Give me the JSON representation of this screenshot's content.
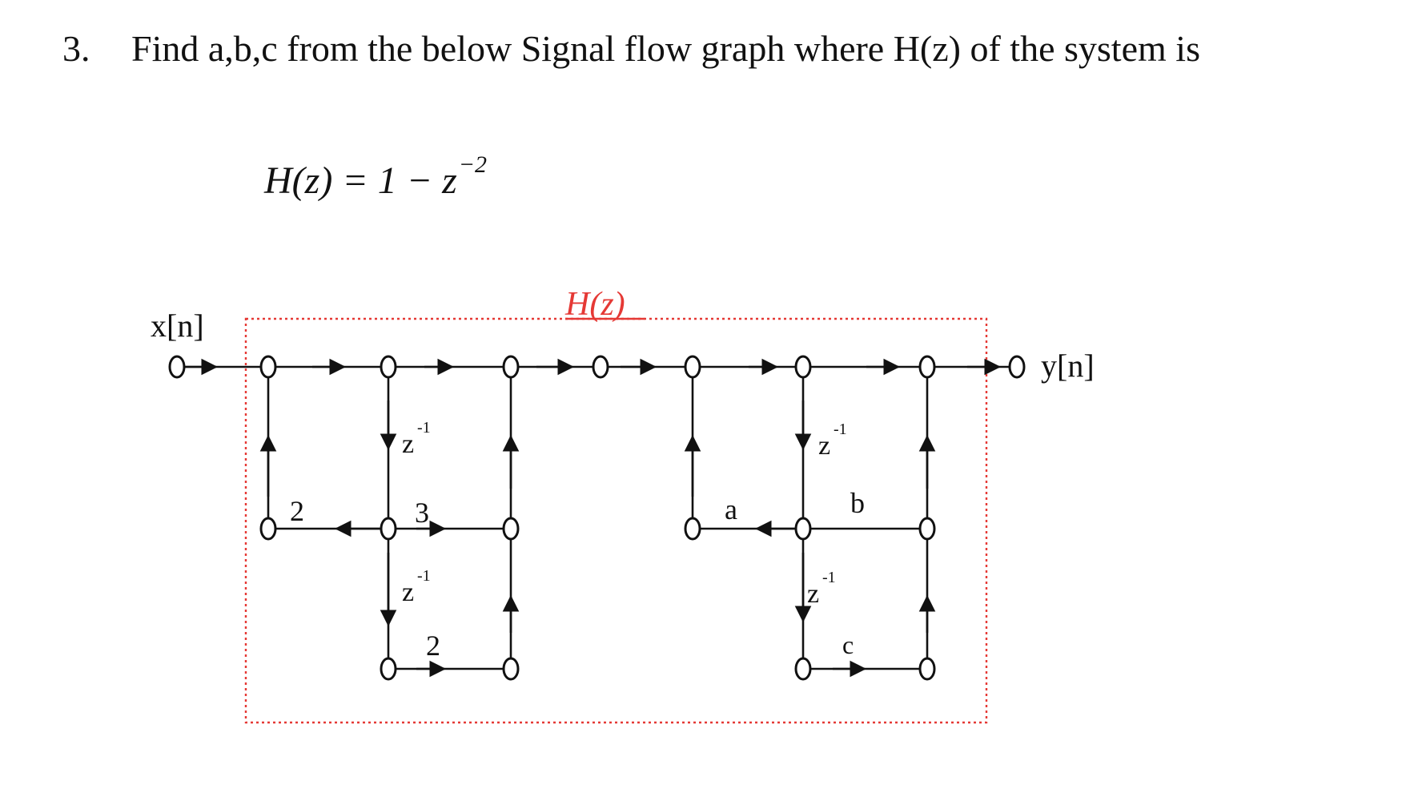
{
  "question": {
    "number": "3.",
    "text": "Find a,b,c from the below Signal flow graph where H(z) of the system is"
  },
  "equation": {
    "lhs": "H(z) = 1 − z",
    "exponent": "−2"
  },
  "diagram": {
    "box_title": "H(z)",
    "input_label": "x[n]",
    "output_label": "y[n]",
    "delay_base": "z",
    "delay_exp": "-1",
    "coeff_2_top": "2",
    "coeff_3": "3",
    "coeff_2_bottom": "2",
    "coeff_a": "a",
    "coeff_b": "b",
    "coeff_c": "c",
    "colors": {
      "box": "#e53935",
      "title": "#e53935",
      "ink": "#111111"
    }
  }
}
